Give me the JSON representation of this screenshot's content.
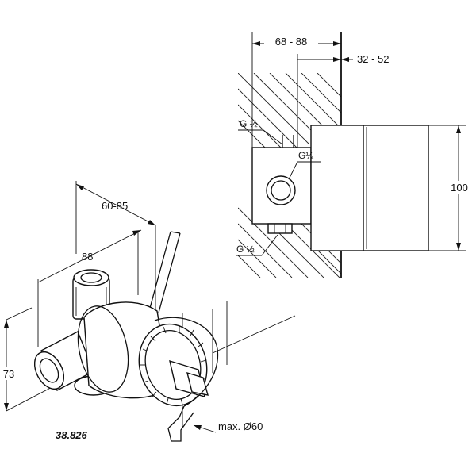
{
  "dims": {
    "width_range": "68 - 88",
    "depth_range": "32 - 52",
    "height": "100",
    "thread_top": "G ½",
    "thread_side": "G½",
    "thread_bottom": "G ½",
    "iso_range": "60-85",
    "iso_width": "88",
    "iso_height": "73",
    "max_diameter": "max. Ø60"
  },
  "part_number": "38.826"
}
